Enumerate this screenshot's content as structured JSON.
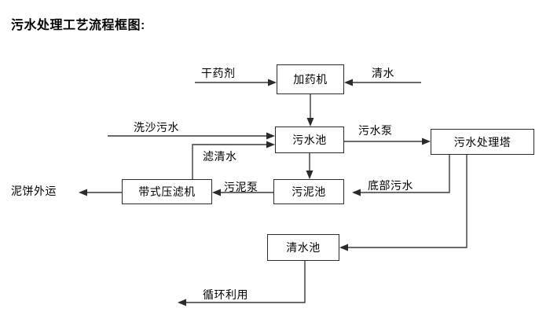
{
  "title": "污水处理工艺流程框图:",
  "diagram": {
    "type": "flowchart",
    "nodes": [
      {
        "id": "dosing_machine",
        "label": "加药机"
      },
      {
        "id": "sewage_pool",
        "label": "污水池"
      },
      {
        "id": "treatment_tower",
        "label": "污水处理塔"
      },
      {
        "id": "belt_filter_press",
        "label": "带式压滤机"
      },
      {
        "id": "sludge_pool",
        "label": "污泥池"
      },
      {
        "id": "clean_water_pool",
        "label": "清水池"
      }
    ],
    "edge_labels": [
      {
        "id": "dry_agent",
        "label": "干药剂"
      },
      {
        "id": "clean_water_in",
        "label": "清水"
      },
      {
        "id": "sand_washing_sewage",
        "label": "洗沙污水"
      },
      {
        "id": "filtrate_clear_water",
        "label": "滤清水"
      },
      {
        "id": "sewage_pump",
        "label": "污水泵"
      },
      {
        "id": "sludge_pump",
        "label": "污泥泵"
      },
      {
        "id": "bottom_sewage",
        "label": "底部污水"
      },
      {
        "id": "mud_cake_out",
        "label": "泥饼外运"
      },
      {
        "id": "recycle_use",
        "label": "循环利用"
      }
    ]
  },
  "colors": {
    "stroke": "#3a3a3a",
    "box_border": "#2b2b2b",
    "text": "#000000",
    "background": "#ffffff"
  }
}
